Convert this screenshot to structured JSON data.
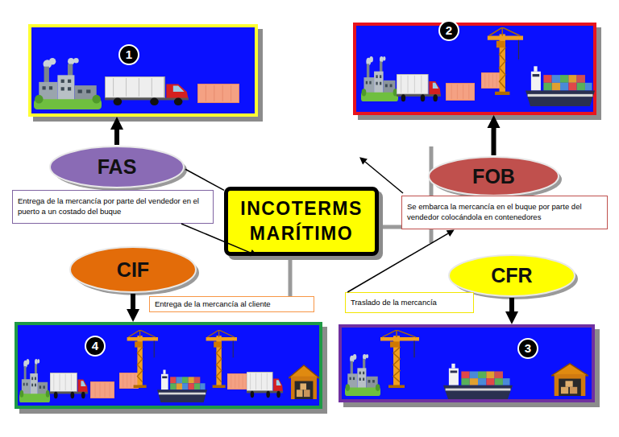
{
  "diagram": {
    "nodes": [
      {
        "text": [
          "1"
        ]
      },
      {
        "text": [
          "2"
        ]
      },
      {
        "text": [
          "FAS"
        ]
      },
      {
        "text": [
          "FOB"
        ]
      },
      {
        "text": [
          "Entrega de la mercancía por parte del vendedor en el puerto a un costado del buque"
        ]
      },
      {
        "text": [
          "INCOTERMS MARÍTIMO"
        ]
      },
      {
        "text": [
          "Se embarca la mercancía en el buque por parte del vendedor colocándola en contenedores"
        ]
      },
      {
        "text": [
          "CIF"
        ]
      },
      {
        "text": [
          "CFR"
        ]
      },
      {
        "text": [
          "Entrega de la mercancía al cliente"
        ]
      },
      {
        "text": [
          "Traslado de la mercancía"
        ]
      },
      {
        "text": [
          "4"
        ]
      },
      {
        "text": [
          "3"
        ]
      }
    ],
    "edges": [
      {
        "from": 2,
        "to": 0,
        "arrow": "to"
      },
      {
        "from": 3,
        "to": 1,
        "arrow": "to"
      },
      {
        "from": 7,
        "to": 11,
        "arrow": "to"
      },
      {
        "from": 8,
        "to": 12,
        "arrow": "to"
      },
      {
        "from": 2,
        "to": 5,
        "arrow": "none"
      },
      {
        "from": 4,
        "to": 5,
        "arrow": "to"
      },
      {
        "from": 10,
        "to": 6,
        "arrow": "to"
      }
    ]
  }
}
